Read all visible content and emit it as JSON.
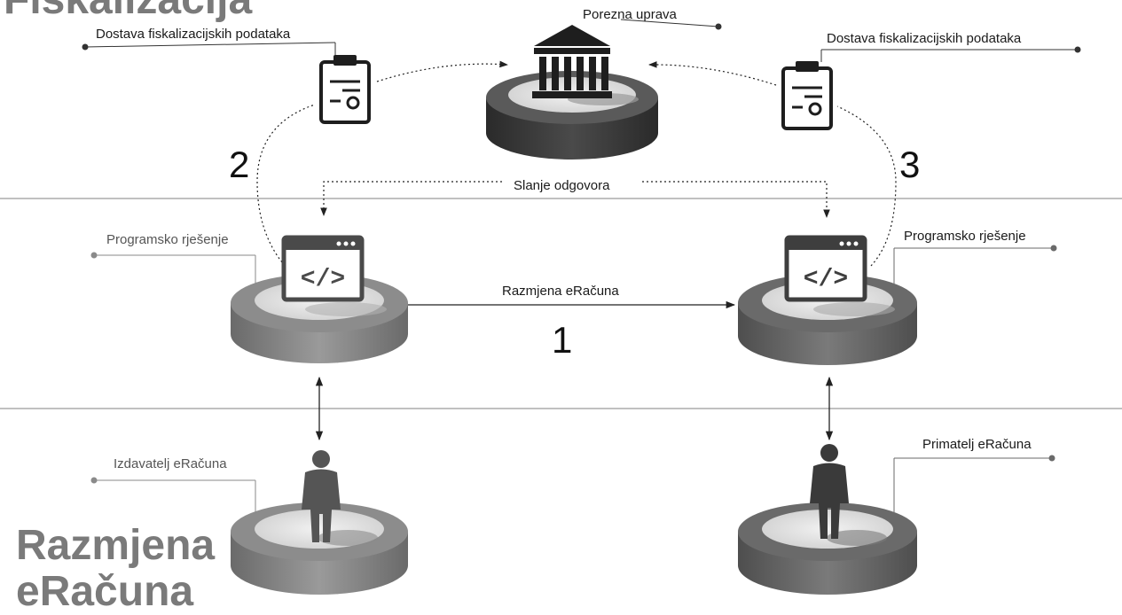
{
  "sections": {
    "top_title": "Fiskalizacija",
    "bottom_title_line1": "Razmjena",
    "bottom_title_line2": "eRačuna"
  },
  "nodes": {
    "tax_office": "Porezna uprava",
    "software_left": "Programsko rješenje",
    "software_right": "Programsko rješenje",
    "issuer": "Izdavatelj  eRačuna",
    "recipient": "Primatelj eRačuna"
  },
  "flows": {
    "delivery_left": "Dostava fiskalizacijskih podataka",
    "delivery_right": "Dostava fiskalizacijskih podataka",
    "response": "Slanje odgovora",
    "exchange": "Razmjena eRačuna"
  },
  "steps": {
    "one": "1",
    "two": "2",
    "three": "3"
  },
  "icons": {
    "tax_office": "bank-building-icon",
    "documents": "certificate-document-icon",
    "software": "code-window-icon",
    "person": "person-icon"
  },
  "colors": {
    "divider": "#9a9a9a",
    "title": "#7a7a7a",
    "disc_dark": "#3a3a3a",
    "disc_light": "#e6e6e6"
  }
}
